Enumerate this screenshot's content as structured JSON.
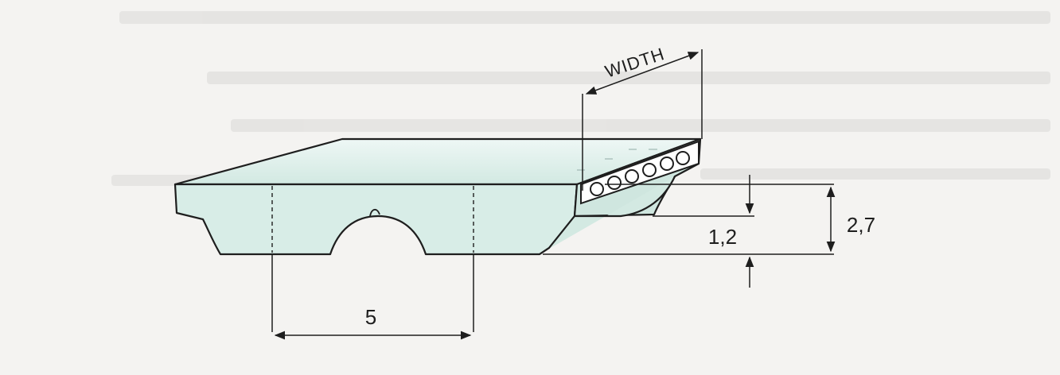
{
  "diagram": {
    "labels": {
      "width": "WIDTH",
      "pitch": "5",
      "tooth_height": "1,2",
      "belt_height": "2,7"
    },
    "colors": {
      "belt_fill": "#d7ece6",
      "belt_fill_light": "#e9f5f2",
      "outline": "#1e1e1e",
      "background": "#f4f3f1"
    }
  }
}
